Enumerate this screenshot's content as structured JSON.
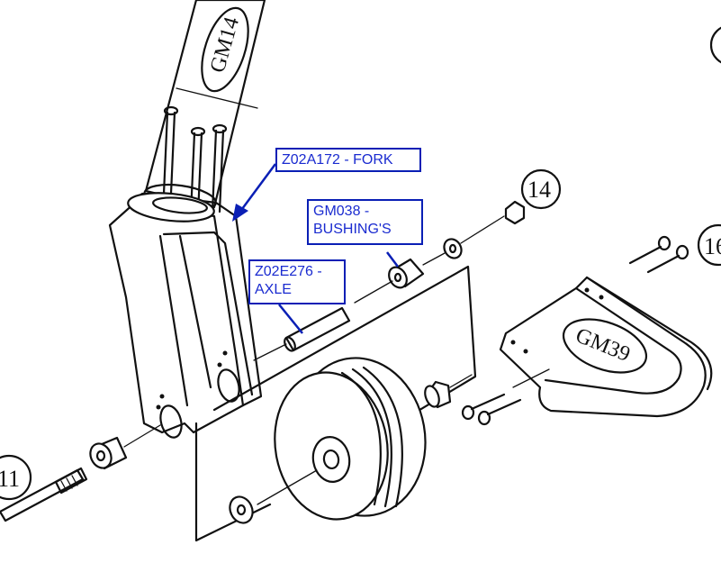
{
  "callouts": {
    "fork": "Z02A172 - FORK",
    "bushings": "GM038 -\nBUSHING'S",
    "axle": "Z02E276 -\nAXLE"
  },
  "part_labels": {
    "tube": "GM14",
    "bracket": "GM39"
  },
  "item_numbers": {
    "n11": "11",
    "n14": "14",
    "n16": "16"
  },
  "colors": {
    "callout_border": "#0a1fb5",
    "callout_text": "#1a2bd0",
    "line": "#111111"
  }
}
